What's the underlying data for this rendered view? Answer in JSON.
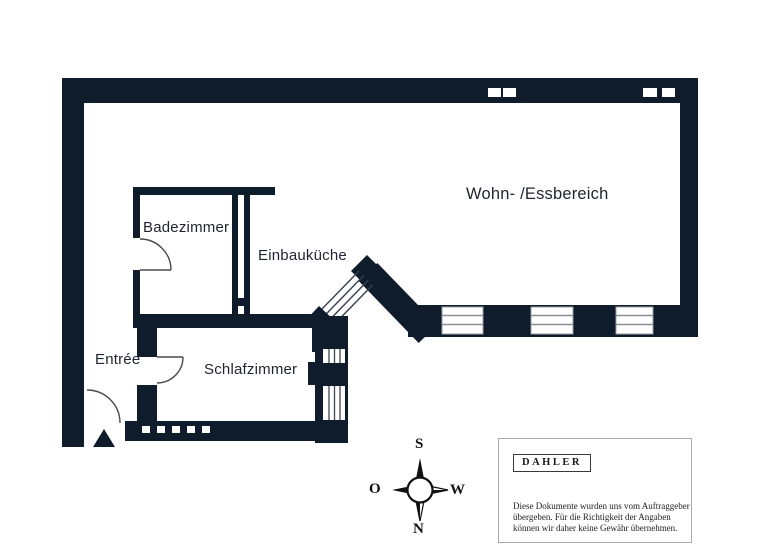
{
  "rooms": [
    {
      "name": "badezimmer",
      "label": "Badezimmer"
    },
    {
      "name": "einbaukueche",
      "label": "Einbauküche"
    },
    {
      "name": "entree",
      "label": "Entrée"
    },
    {
      "name": "schlafzimmer",
      "label": "Schlafzimmer"
    },
    {
      "name": "wohn_essbereich",
      "label": "Wohn- /Essbereich"
    }
  ],
  "compass": {
    "top": "S",
    "left": "O",
    "right": "W",
    "bottom": "N"
  },
  "legend": {
    "brand": "DAHLER",
    "disclaimer_lines": [
      "Diese Dokumente wurden uns vom Auftraggeber",
      "übergeben. Für die Richtigkeit der Angaben",
      "können wir daher keine Gewähr übernehmen."
    ]
  },
  "colors": {
    "wall": "#0e1c2c",
    "label_text": "#1e2530",
    "window_line": "#8a9097"
  }
}
